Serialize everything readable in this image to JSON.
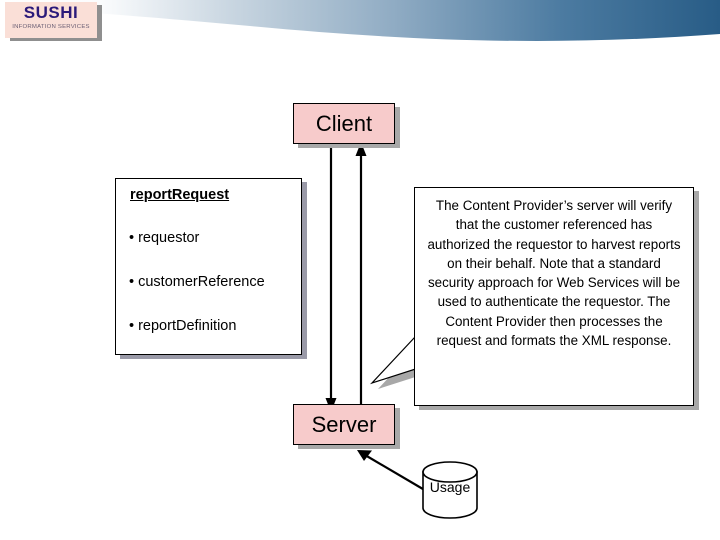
{
  "slide": {
    "logo": {
      "title": "SUSHI",
      "subtitle": "INFORMATION SERVICES",
      "title_color": "#2b1a7a",
      "background": "#fadfd7"
    },
    "banner": {
      "gradient_from": "#ffffff",
      "gradient_to": "#285c86"
    },
    "nodes": {
      "client": {
        "label": "Client",
        "fill": "#f7cbcb"
      },
      "server": {
        "label": "Server",
        "fill": "#f7cbcb"
      },
      "database": {
        "label": "Usage",
        "fill": "#ffffff"
      }
    },
    "request_box": {
      "title": "reportRequest",
      "items": [
        "• requestor",
        "• customerReference",
        "• reportDefinition"
      ]
    },
    "callout": {
      "text": "The Content Provider’s server will verify that the customer referenced has authorized the requestor to harvest reports on their behalf.  Note that a standard security approach for Web Services will be used to authenticate the requestor. The Content Provider then processes the request and formats the XML response."
    },
    "connectors": [
      {
        "name": "client-to-server",
        "direction": "down"
      },
      {
        "name": "server-to-client",
        "direction": "up"
      },
      {
        "name": "usage-to-server",
        "direction": "up-left"
      },
      {
        "name": "callout-pointer",
        "direction": "down-left"
      }
    ]
  }
}
